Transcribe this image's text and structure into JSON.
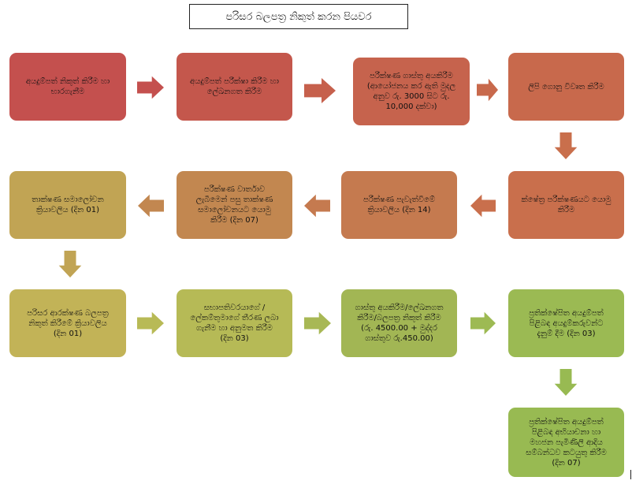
{
  "title": "පරිසර බලපත්‍ර නිකුත් කරන පියවර",
  "steps": [
    {
      "label": "අයදුම්පත් නිකුත් කිරීම හා\nභාරගැනීම",
      "fill": "#c4504e"
    },
    {
      "label": "අයදුම්පත් පරීක්ෂා කිරීම හා\nලේඛනගත කිරීම",
      "fill": "#c4574c"
    },
    {
      "label": "පරීක්ෂණ ගාස්තු අයකිරීම\n(ආයෝජනය කර ඇති මුදල\nඅනුව රු. 3000 සිට රු.\n10,000 දක්වා)",
      "fill": "#c6634d"
    },
    {
      "label": "ලිපි ගොනු විවෘත කිරීම",
      "fill": "#c8694c"
    },
    {
      "label": "ක්ෂේත්‍ර පරීක්ෂණයට යොමු\nකිරීම",
      "fill": "#c96f4c"
    },
    {
      "label": "පරීක්ෂණ පැවැත්වීමේ\nක්‍රියාවලිය (දින 14)",
      "fill": "#c57a4f"
    },
    {
      "label": "පරීක්ෂණ වාර්තාව\nලැබීමෙන් පසු තාක්ෂණ\nසමාලෝචනයට යොමු\nකිරීම (දින 07)",
      "fill": "#c28750"
    },
    {
      "label": "තාක්ෂණ සමාලෝචන\nක්‍රියාවලිය (දින 01)",
      "fill": "#c1a454"
    },
    {
      "label": "පරිසර ආරක්ෂණ බලපත්‍ර\nනිකුත් කිරීමේ ක්‍රියාවලිය\n(දින 01)",
      "fill": "#c2b357"
    },
    {
      "label": "සභාපතිවරයාගේ /\nලේකම්තුමාගේ තීරණ ලබා\nගැනීම හා අනුමත කිරීම\n(දින 03)",
      "fill": "#b6ba56"
    },
    {
      "label": "ගාස්තු අයකිරීම/ලේඛනගත\nකිරීම/බලපත්‍ර නිකුත් කිරීම\n(රු. 4500.00 + මුද්දර\nගාස්තුව රු.450.00)",
      "fill": "#a2b654"
    },
    {
      "label": "ප්‍රතික්ෂේපිත අයදුම්පත්\nපිළිබඳ අයදුම්කරුවන්ට\nදැනුම් දීම (දින 03)",
      "fill": "#9bba53"
    },
    {
      "label": "ප්‍රතික්ෂේපිත අයදුම්පත්\nපිළිබඳ අභියාචනා හා\nමහජන පැමිණිලි ආදිය\nසම්බන්ධව කටයුතු කිරීම\n(දින 07)",
      "fill": "#98ba52"
    }
  ],
  "arrow_colors": [
    "#c4504e",
    "#c6604c",
    "#c8694c",
    "#c96f4c",
    "#c96f4c",
    "#c57a4f",
    "#c28750",
    "#c1a454",
    "#b8ba56",
    "#a8b855",
    "#9dba53",
    "#98ba52"
  ]
}
